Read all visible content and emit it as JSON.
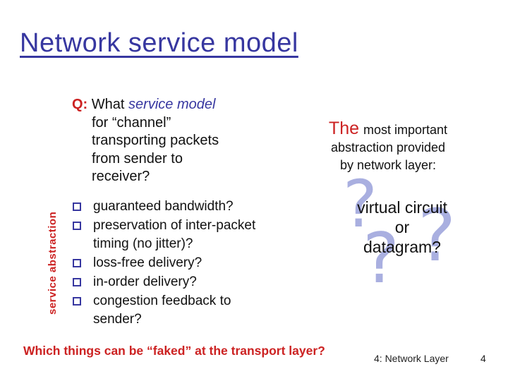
{
  "title": "Network service model",
  "question": {
    "label": "Q:",
    "lead": "What",
    "highlight": "service model",
    "lines": [
      "for “channel”",
      "transporting packets",
      "from sender to",
      "receiver?"
    ]
  },
  "side_note": {
    "the": "The",
    "line1": "most important",
    "line2": "abstraction provided",
    "line3": "by network layer:"
  },
  "choice": {
    "line1": "virtual circuit",
    "line2": "or",
    "line3": "datagram?",
    "qmark": "?"
  },
  "bullets": {
    "items": [
      "guaranteed bandwidth?",
      "preservation of inter-packet timing (no jitter)?",
      "loss-free delivery?",
      "in-order delivery?",
      "congestion feedback to sender?"
    ]
  },
  "vertical_label": "service abstraction",
  "bottom_question": "Which things can be “faked” at the transport layer?",
  "footer": {
    "section": "4: Network Layer",
    "page": "4"
  },
  "colors": {
    "navy": "#3737a0",
    "red": "#cc2222",
    "light_qmark": "#a9afe0"
  }
}
